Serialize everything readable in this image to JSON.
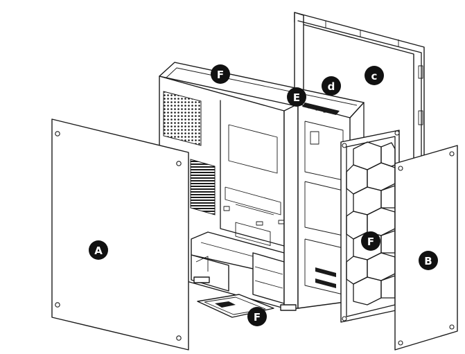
{
  "diagram": {
    "description_labels": {
      "left_side_panel": "A",
      "right_side_panel": "B",
      "front_panel_cover": "c",
      "io_ports": "d",
      "top_buttons": "E",
      "top_filter": "F",
      "front_filter": "F",
      "bottom_filter": "F"
    }
  }
}
